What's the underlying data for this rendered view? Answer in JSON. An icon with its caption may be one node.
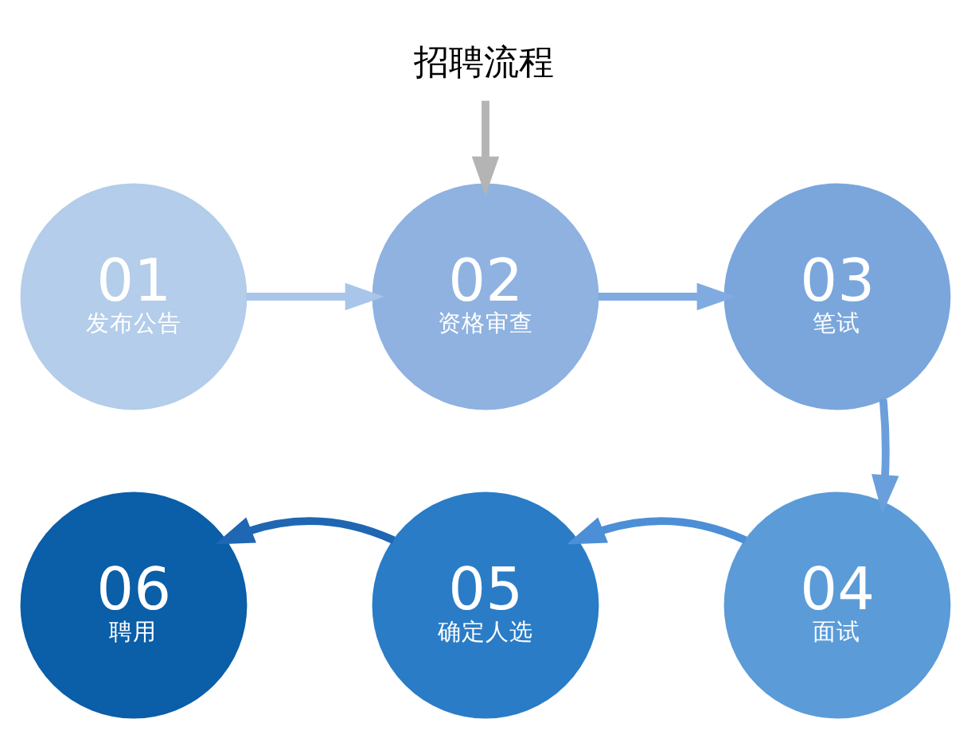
{
  "diagram": {
    "nodes": [
      {
        "text": [
          "招聘流程"
        ]
      },
      {
        "text": [
          "01",
          "发布公告"
        ]
      },
      {
        "text": [
          "02",
          "资格审查"
        ]
      },
      {
        "text": [
          "03",
          "笔试"
        ]
      },
      {
        "text": [
          "04",
          "面试"
        ]
      },
      {
        "text": [
          "05",
          "确定人选"
        ]
      },
      {
        "text": [
          "06",
          "聘用"
        ]
      }
    ],
    "edges": [
      {
        "from": 0,
        "to": 2,
        "arrow": "to",
        "color": "#b4b4b4"
      },
      {
        "from": 1,
        "to": 2,
        "arrow": "to",
        "color": "#a9c5ea"
      },
      {
        "from": 2,
        "to": 3,
        "arrow": "to",
        "color": "#7fabe0"
      },
      {
        "from": 3,
        "to": 4,
        "arrow": "to",
        "color": "#6a9fdc"
      },
      {
        "from": 4,
        "to": 5,
        "arrow": "to",
        "color": "#4c8fd6"
      },
      {
        "from": 5,
        "to": 6,
        "arrow": "to",
        "color": "#1f66b3"
      }
    ]
  }
}
